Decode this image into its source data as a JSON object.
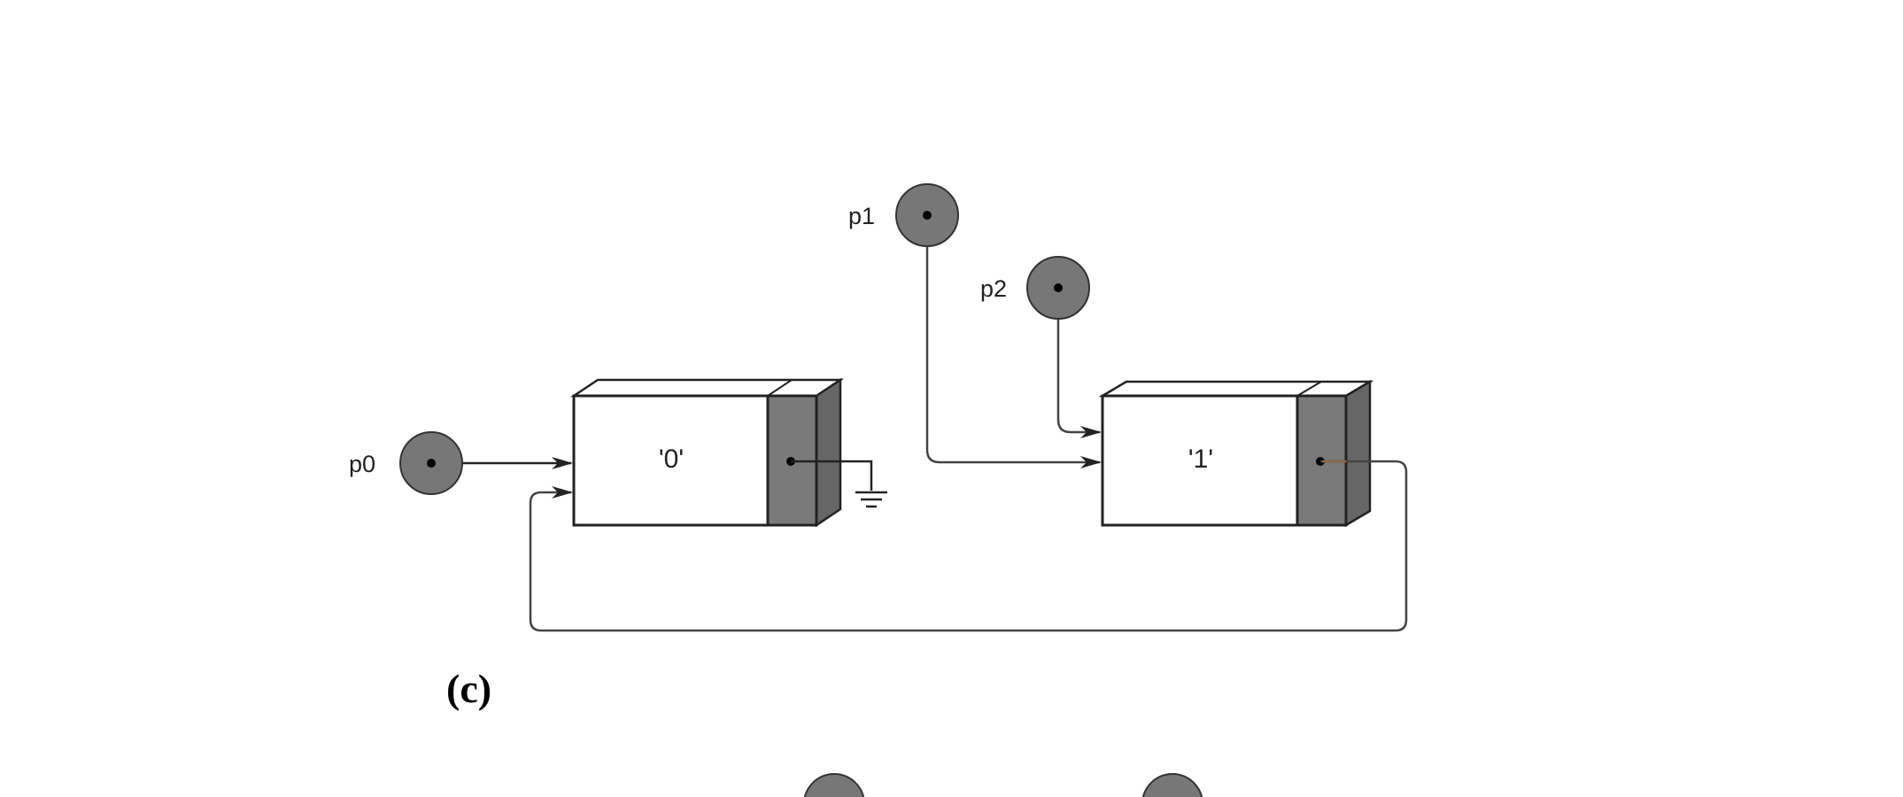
{
  "diagram": {
    "caption": "(c)",
    "places": [
      {
        "id": "p0",
        "label": "p0"
      },
      {
        "id": "p1",
        "label": "p1"
      },
      {
        "id": "p2",
        "label": "p2"
      }
    ],
    "nodes": [
      {
        "id": "node0",
        "label": "'0'"
      },
      {
        "id": "node1",
        "label": "'1'"
      }
    ],
    "colors": {
      "place_fill": "#777777",
      "box_dark": "#777777",
      "box_outline": "#222222",
      "wire": "#444444",
      "wire_accent": "#8a6a4a"
    }
  }
}
